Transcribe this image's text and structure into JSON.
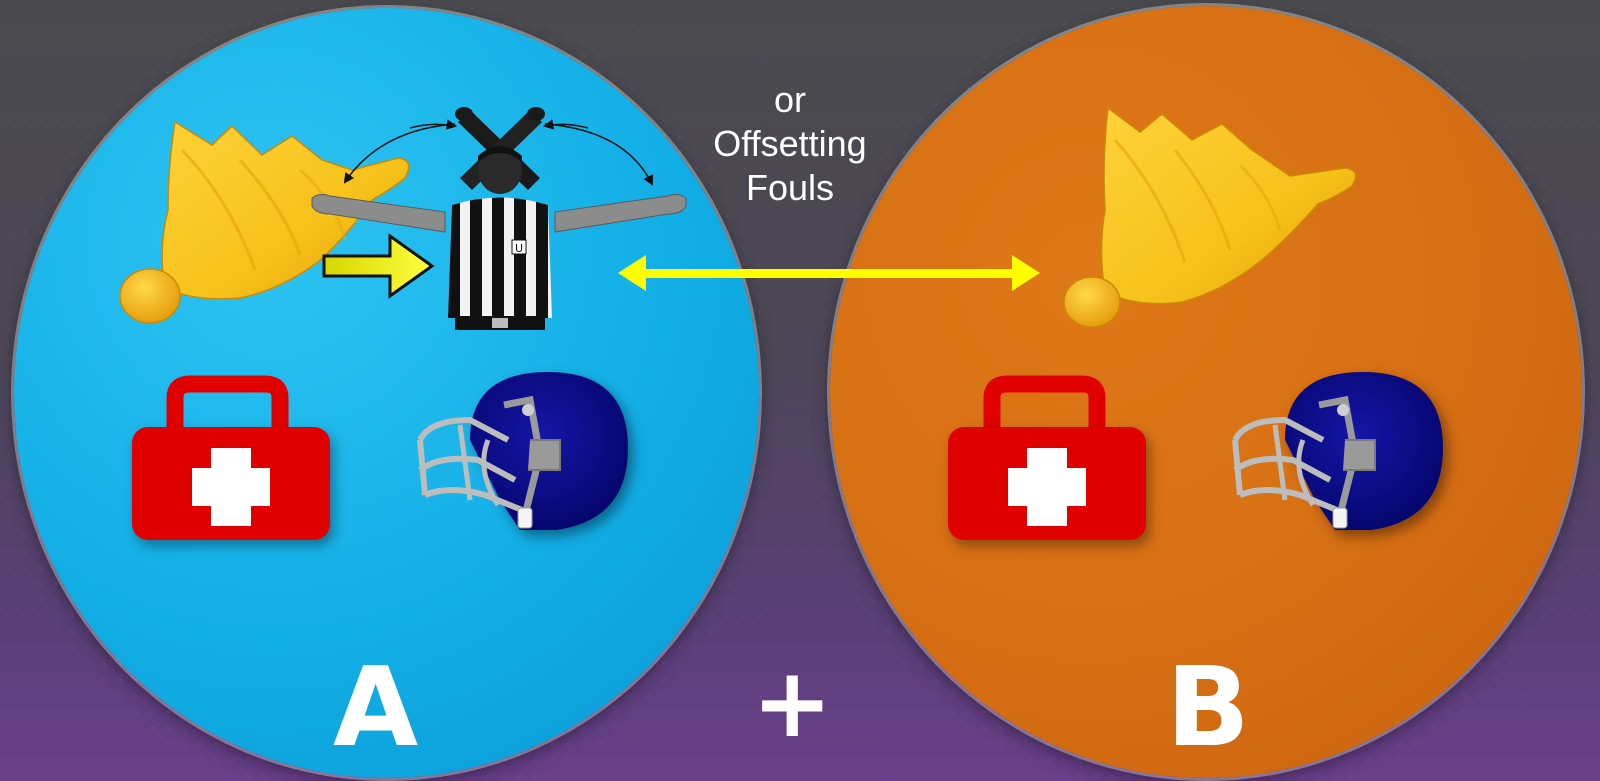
{
  "labels": {
    "left_letter": "A",
    "right_letter": "B",
    "plus": "+",
    "or_text": [
      "or",
      "Offsetting",
      "Fouls"
    ]
  },
  "colors": {
    "circle_a": "#12aee6",
    "circle_b": "#d76f14",
    "flag_yellow": "#f6c21a",
    "medkit_red": "#e00000",
    "helmet_blue": "#0a0a8c",
    "arrow_yellow": "#ffff00"
  },
  "icons": {
    "left": [
      "penalty-flag-icon",
      "arrow-right-icon",
      "referee-signal-icon",
      "first-aid-kit-icon",
      "football-helmet-icon"
    ],
    "right": [
      "penalty-flag-icon",
      "first-aid-kit-icon",
      "football-helmet-icon"
    ],
    "connector": "double-arrow-icon"
  }
}
